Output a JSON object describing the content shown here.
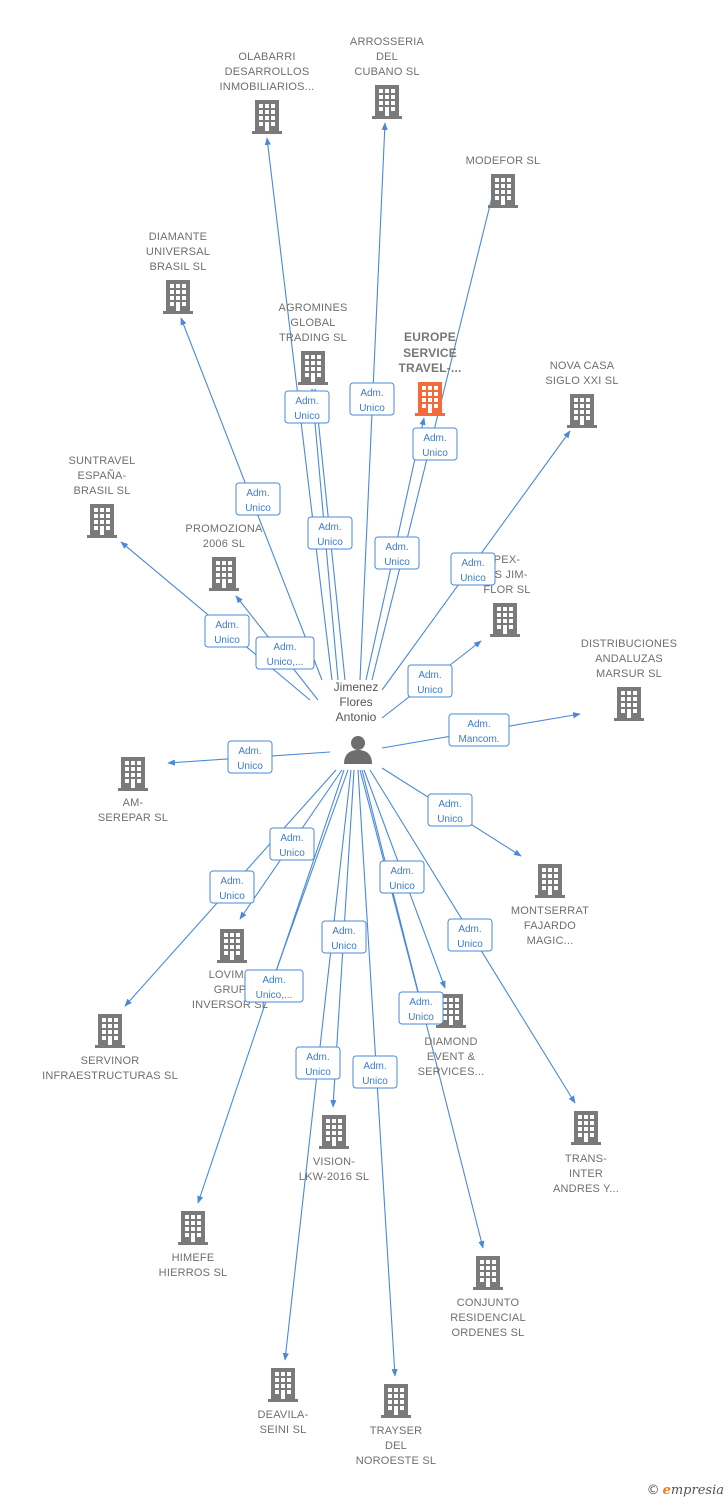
{
  "center": {
    "name_lines": [
      "Jimenez",
      "Flores",
      "Antonio"
    ],
    "icon": "person-icon"
  },
  "colors": {
    "edge": "#4a89d9",
    "building": "#7a7a7a",
    "highlight_building": "#f26b38"
  },
  "nodes": [
    {
      "id": "olabarri",
      "lines": [
        "OLABARRI",
        "DESARROLLOS",
        "INMOBILIARIOS..."
      ]
    },
    {
      "id": "arrosseria",
      "lines": [
        "ARROSSERIA",
        "DEL",
        "CUBANO SL"
      ]
    },
    {
      "id": "modefor",
      "lines": [
        "MODEFOR  SL"
      ]
    },
    {
      "id": "diamante",
      "lines": [
        "DIAMANTE",
        "UNIVERSAL",
        "BRASIL  SL"
      ]
    },
    {
      "id": "agromines",
      "lines": [
        "AGROMINES",
        "GLOBAL",
        "TRADING  SL"
      ]
    },
    {
      "id": "europe",
      "lines": [
        "EUROPE",
        "SERVICE",
        "TRAVEL-..."
      ],
      "highlight": true
    },
    {
      "id": "novacasa",
      "lines": [
        "NOVA CASA",
        "SIGLO XXI SL"
      ]
    },
    {
      "id": "suntravel",
      "lines": [
        "SUNTRAVEL",
        "ESPAÑA-",
        "BRASIL  SL"
      ]
    },
    {
      "id": "promoziona",
      "lines": [
        "PROMOZIONA",
        "2006 SL"
      ]
    },
    {
      "id": "pex",
      "lines": [
        "PEX-",
        "NS JIM-",
        "FLOR  SL"
      ]
    },
    {
      "id": "distribuciones",
      "lines": [
        "DISTRIBUCIONES",
        "ANDALUZAS",
        "MARSUR SL"
      ]
    },
    {
      "id": "amserepar",
      "lines": [
        "AM-",
        "SEREPAR  SL"
      ]
    },
    {
      "id": "montserrat",
      "lines": [
        "MONTSERRAT",
        "FAJARDO",
        "MAGIC..."
      ]
    },
    {
      "id": "lovima",
      "lines": [
        "LOVIMA",
        "GRUP",
        "INVERSOR SL"
      ]
    },
    {
      "id": "servinor",
      "lines": [
        "SERVINOR",
        "INFRAESTRUCTURAS SL"
      ]
    },
    {
      "id": "diamond",
      "lines": [
        "DIAMOND",
        "EVENT &",
        "SERVICES..."
      ]
    },
    {
      "id": "vision",
      "lines": [
        "VISION-",
        "LKW-2016  SL"
      ]
    },
    {
      "id": "transinter",
      "lines": [
        "TRANS-",
        "INTER",
        "ANDRES Y..."
      ]
    },
    {
      "id": "himefe",
      "lines": [
        "HIMEFE",
        "HIERROS SL"
      ]
    },
    {
      "id": "conjunto",
      "lines": [
        "CONJUNTO",
        "RESIDENCIAL",
        "ORDENES SL"
      ]
    },
    {
      "id": "deavila",
      "lines": [
        "DEAVILA-",
        "SEINI  SL"
      ]
    },
    {
      "id": "trayser",
      "lines": [
        "TRAYSER",
        "DEL",
        "NOROESTE SL"
      ]
    }
  ],
  "edges": [
    {
      "to": "olabarri",
      "label": [
        "Adm.",
        "Unico"
      ]
    },
    {
      "to": "arrosseria",
      "label": [
        "Adm.",
        "Unico"
      ]
    },
    {
      "to": "modefor",
      "label": [
        "Adm.",
        "Unico"
      ]
    },
    {
      "to": "diamante",
      "label": [
        "Adm.",
        "Unico"
      ]
    },
    {
      "to": "agromines",
      "label": [
        "Adm.",
        "Unico"
      ]
    },
    {
      "to": "agromines2",
      "label": [
        "Adm.",
        "Unico"
      ]
    },
    {
      "to": "europe",
      "label": [
        "Adm.",
        "Unico"
      ]
    },
    {
      "to": "novacasa",
      "label": [
        "Adm.",
        "Unico"
      ]
    },
    {
      "to": "suntravel",
      "label": [
        "Adm.",
        "Unico"
      ]
    },
    {
      "to": "promoziona",
      "label": [
        "Adm.",
        "Unico,..."
      ]
    },
    {
      "to": "pex",
      "label": [
        "Adm.",
        "Unico"
      ]
    },
    {
      "to": "distribuciones",
      "label": [
        "Adm.",
        "Mancom."
      ]
    },
    {
      "to": "amserepar",
      "label": [
        "Adm.",
        "Unico"
      ]
    },
    {
      "to": "montserrat",
      "label": [
        "Adm.",
        "Unico"
      ]
    },
    {
      "to": "lovima",
      "label": [
        "Adm.",
        "Unico"
      ]
    },
    {
      "to": "servinor",
      "label": [
        "Adm.",
        "Unico"
      ]
    },
    {
      "to": "lovima2",
      "label": [
        "Adm.",
        "Unico,..."
      ]
    },
    {
      "to": "diamond",
      "label": [
        "Adm.",
        "Unico"
      ]
    },
    {
      "to": "diamond2",
      "label": [
        "Adm.",
        "Unico"
      ]
    },
    {
      "to": "vision",
      "label": [
        "Adm.",
        "Unico"
      ]
    },
    {
      "to": "transinter",
      "label": [
        "Adm.",
        "Unico"
      ]
    },
    {
      "to": "himefe",
      "label": [
        "Adm.",
        "Unico"
      ]
    },
    {
      "to": "conjunto",
      "label": [
        "Adm.",
        "Unico"
      ]
    },
    {
      "to": "deavila",
      "label": [
        "Adm.",
        "Unico"
      ]
    },
    {
      "to": "trayser",
      "label": [
        "Adm.",
        "Unico"
      ]
    }
  ],
  "credit": {
    "symbol": "©",
    "first": "e",
    "rest": "mpresia"
  }
}
